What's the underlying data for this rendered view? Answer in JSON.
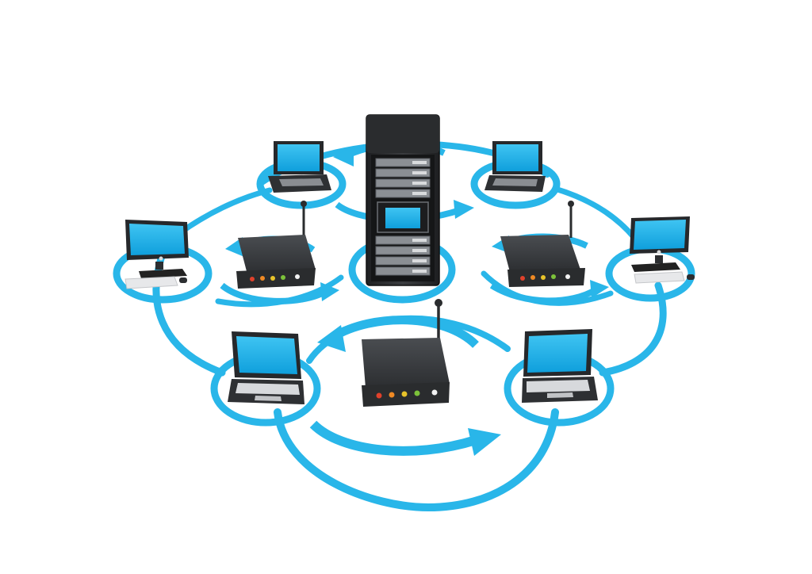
{
  "colors": {
    "link": "#29b6e9",
    "device_body": "#3d3f42",
    "device_dark": "#232426",
    "device_edge": "#5a5d61",
    "screen": "#18aee8",
    "screen_shadow": "#0f8fcf",
    "led_red": "#e0412b",
    "led_orange": "#f08a24",
    "led_yellow": "#e8c32a",
    "led_green": "#7cc23a",
    "led_white": "#f2f2f2"
  },
  "nodes": [
    {
      "kind": "server-rack",
      "icon": "server-rack-icon"
    },
    {
      "kind": "laptop",
      "icon": "laptop-icon"
    },
    {
      "kind": "laptop",
      "icon": "laptop-icon"
    },
    {
      "kind": "desktop-monitor",
      "icon": "monitor-icon"
    },
    {
      "kind": "desktop-monitor",
      "icon": "monitor-icon"
    },
    {
      "kind": "wifi-router",
      "icon": "router-icon"
    },
    {
      "kind": "wifi-router",
      "icon": "router-icon"
    },
    {
      "kind": "wifi-router",
      "icon": "router-icon"
    },
    {
      "kind": "laptop",
      "icon": "laptop-icon"
    },
    {
      "kind": "laptop",
      "icon": "laptop-icon"
    }
  ],
  "connections": {
    "style": "circular flow arrows",
    "icon": "circular-arrow-icon"
  }
}
